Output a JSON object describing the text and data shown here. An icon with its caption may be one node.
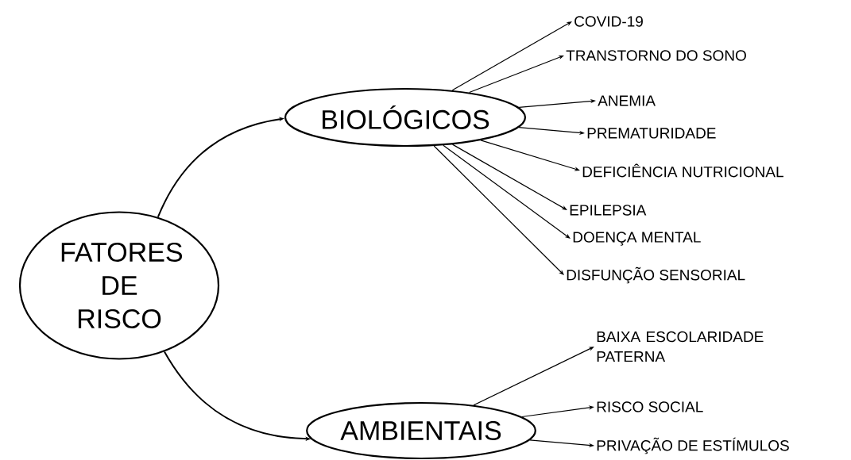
{
  "diagram": {
    "nodes": [
      {
        "text": [
          "FATORES DE RISCO"
        ]
      },
      {
        "text": [
          "BIOLÓGICOS"
        ]
      },
      {
        "text": [
          "COVID-19"
        ]
      },
      {
        "text": [
          "TRANSTORNO DO SONO"
        ]
      },
      {
        "text": [
          "ANEMIA"
        ]
      },
      {
        "text": [
          "PREMATURIDADE"
        ]
      },
      {
        "text": [
          "DEFICIÊNCIA NUTRICIONAL"
        ]
      },
      {
        "text": [
          "EPILEPSIA"
        ]
      },
      {
        "text": [
          "DOENÇA MENTAL"
        ]
      },
      {
        "text": [
          "DISFUNÇÃO SENSORIAL"
        ]
      },
      {
        "text": [
          "AMBIENTAIS"
        ]
      },
      {
        "text": [
          "BAIXA ESCOLARIDADE PATERNA"
        ]
      },
      {
        "text": [
          "RISCO SOCIAL"
        ]
      },
      {
        "text": [
          "PRIVAÇÃO DE ESTÍMULOS"
        ]
      }
    ],
    "edges": [
      {
        "from": 0,
        "to": 1,
        "arrow": "to"
      },
      {
        "from": 0,
        "to": 10,
        "arrow": "to"
      },
      {
        "from": 1,
        "to": 2,
        "arrow": "to"
      },
      {
        "from": 1,
        "to": 3,
        "arrow": "to"
      },
      {
        "from": 1,
        "to": 4,
        "arrow": "to"
      },
      {
        "from": 1,
        "to": 5,
        "arrow": "to"
      },
      {
        "from": 1,
        "to": 6,
        "arrow": "to"
      },
      {
        "from": 1,
        "to": 7,
        "arrow": "to"
      },
      {
        "from": 1,
        "to": 8,
        "arrow": "to"
      },
      {
        "from": 1,
        "to": 9,
        "arrow": "to"
      },
      {
        "from": 10,
        "to": 11,
        "arrow": "to"
      },
      {
        "from": 10,
        "to": 12,
        "arrow": "to"
      },
      {
        "from": 10,
        "to": 13,
        "arrow": "to"
      }
    ]
  }
}
